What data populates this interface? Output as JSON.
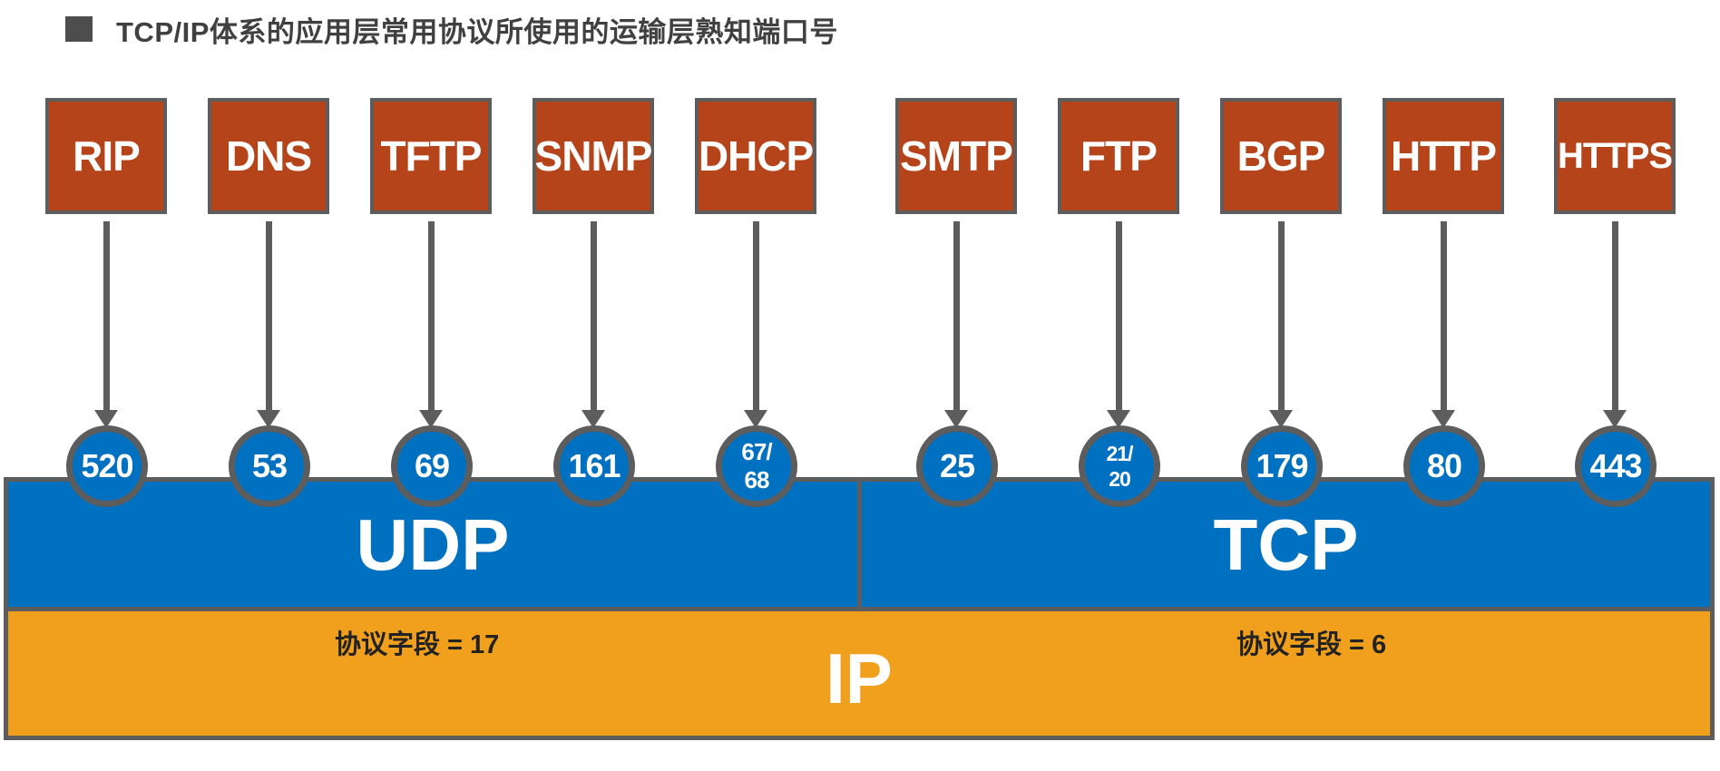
{
  "title": "TCP/IP体系的应用层常用协议所使用的运输层熟知端口号",
  "udp_group": {
    "transport_label": "UDP",
    "protocol_field_label": "协议字段 = 17",
    "protocols": [
      {
        "name": "RIP",
        "port": "520"
      },
      {
        "name": "DNS",
        "port": "53"
      },
      {
        "name": "TFTP",
        "port": "69"
      },
      {
        "name": "SNMP",
        "port": "161"
      },
      {
        "name": "DHCP",
        "port": "67/\n68"
      }
    ]
  },
  "tcp_group": {
    "transport_label": "TCP",
    "protocol_field_label": "协议字段 = 6",
    "protocols": [
      {
        "name": "SMTP",
        "port": "25"
      },
      {
        "name": "FTP",
        "port": "21/\n20"
      },
      {
        "name": "BGP",
        "port": "179"
      },
      {
        "name": "HTTP",
        "port": "80"
      },
      {
        "name": "HTTPS",
        "port": "443"
      }
    ]
  },
  "network_layer": {
    "label": "IP"
  },
  "colors": {
    "application_box": "#b5441a",
    "transport_bar": "#0070c0",
    "ip_bar": "#f0a01d",
    "border": "#5d5d5d"
  }
}
